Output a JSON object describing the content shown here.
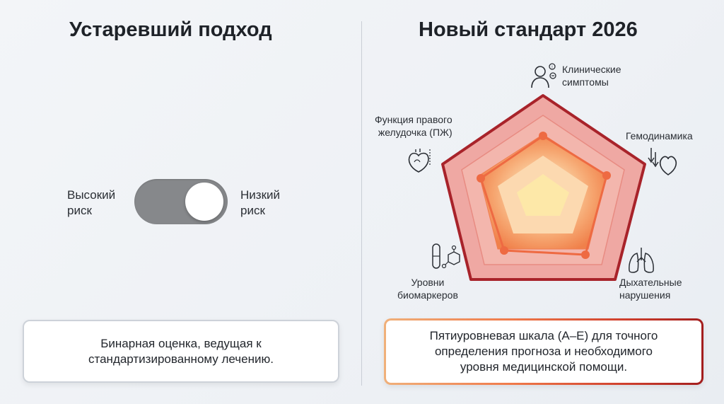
{
  "left": {
    "title": "Устаревший подход",
    "toggle": {
      "left_label_line1": "Высокий",
      "left_label_line2": "риск",
      "right_label_line1": "Низкий",
      "right_label_line2": "риск"
    },
    "caption_line1": "Бинарная оценка, ведущая к",
    "caption_line2": "стандартизированному лечению."
  },
  "right": {
    "title": "Новый стандарт 2026",
    "axes": [
      {
        "line1": "Клинические",
        "line2": "симптомы",
        "icon": "patient-symptoms-icon"
      },
      {
        "line1": "Гемодинамика",
        "line2": "",
        "icon": "heart-pressure-icon"
      },
      {
        "line1": "Дыхательные",
        "line2": "нарушения",
        "icon": "lungs-icon"
      },
      {
        "line1": "Уровни",
        "line2": "биомаркеров",
        "icon": "test-tube-molecule-icon"
      },
      {
        "line1": "Функция правого",
        "line2": "желудочка (ПЖ)",
        "icon": "heart-ventricle-icon"
      }
    ],
    "caption_line1": "Пятиуровневая шкала (A–E) для точного",
    "caption_line2": "определения прогноза и необходимого",
    "caption_line3": "уровня медицинской помощи."
  },
  "colors": {
    "toggle_track": "#86888b",
    "outer_ring": "#a8232a",
    "ring_fill": "#efa4a0",
    "inner_band": "#f6b9a8",
    "core_orange": "#f08a4a",
    "center_yellow": "#fde9b4",
    "marker": "#ee6a42"
  }
}
